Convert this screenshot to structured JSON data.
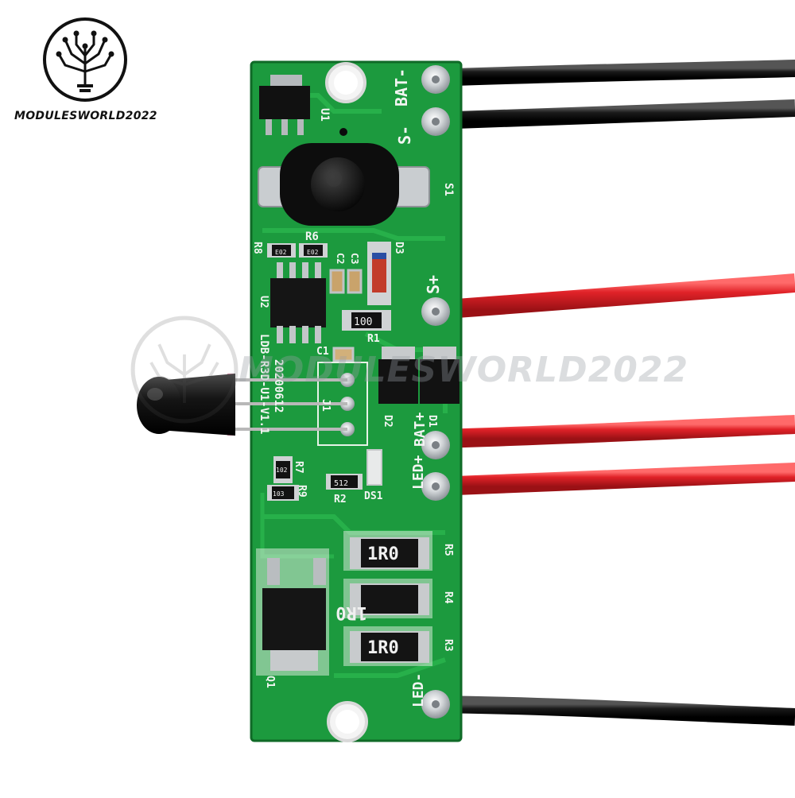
{
  "brand": {
    "name": "MODULESWORLD2022",
    "watermark_text": "MODULESWORLD2022"
  },
  "board": {
    "model_text": "LDB-R3D-U1-V1.1",
    "date_text": "20200612",
    "silkscreen": {
      "u1": "U1",
      "u2": "U2",
      "d1": "D1",
      "d2": "D2",
      "d3": "D3",
      "s1": "S1",
      "ds1": "DS1",
      "q1": "Q1",
      "r1": "R1",
      "r2": "R2",
      "r3": "R3",
      "r4": "R4",
      "r5": "R5",
      "r6": "R6",
      "r7": "R7",
      "r8": "R8",
      "r9": "R9",
      "c1": "C1",
      "c2": "C2",
      "c3": "C3",
      "j1": "J1",
      "bat_minus": "BAT-",
      "s_minus": "S-",
      "s_plus": "S+",
      "bat_plus": "BAT+",
      "led_plus": "LED+",
      "led_minus": "LED-"
    },
    "component_marks": {
      "r1": "100",
      "r2": "512",
      "r3": "1R0",
      "r4": "1R0",
      "r5": "1R0",
      "r6": "E02",
      "r8": "E02",
      "r7": "102",
      "r9": "103"
    }
  },
  "colors": {
    "pcb": "#1f9a3f",
    "pcb_dark": "#14702d",
    "wire_red": "#e0262a",
    "wire_black": "#151515"
  }
}
